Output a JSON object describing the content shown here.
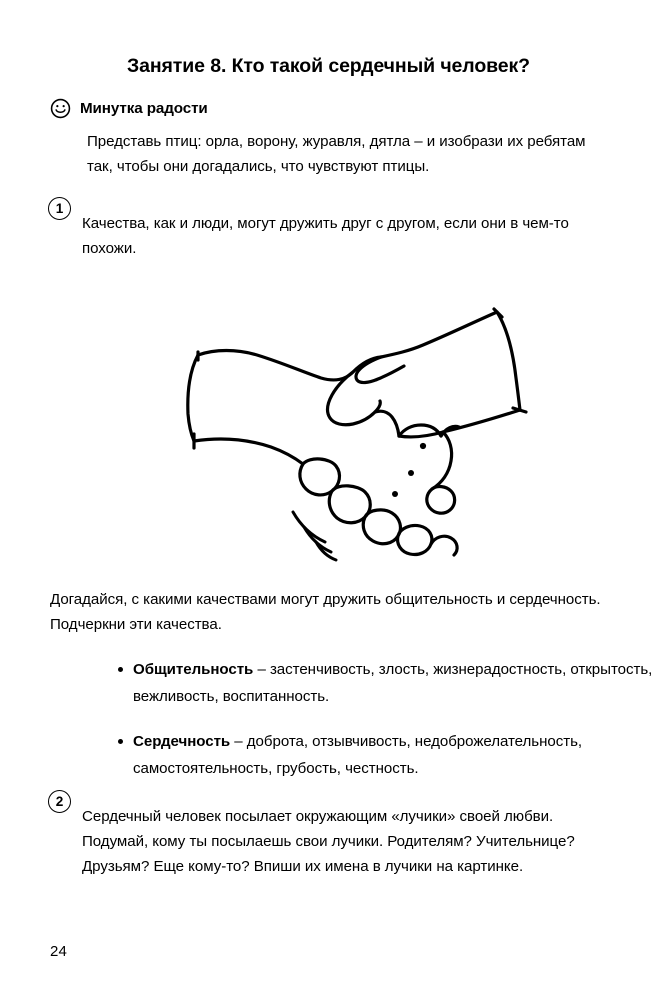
{
  "page": {
    "title": "Занятие 8. Кто такой сердечный человек?",
    "page_number": "24",
    "ink_color": "#000000",
    "background_color": "#ffffff"
  },
  "joy_minute": {
    "icon": "smiley-face-icon",
    "heading": "Минутка радости",
    "body": "Представь птиц: орла, ворону, журавля, дятла – и изобрази их ребятам так, чтобы они догадались, что чувствуют птицы."
  },
  "tasks": [
    {
      "number": "1",
      "text": "Качества, как и люди, могут дружить друг с другом, если они в чем-то похожи."
    },
    {
      "number": "2",
      "text": "Сердечный человек посылает окружающим «лучики» своей любви. Подумай, кому ты посылаешь свои лучики. Родителям? Учительнице? Друзьям? Еще кому-то? Впиши их имена в лучики на картинке."
    }
  ],
  "illustration": {
    "name": "handshake-drawing",
    "description": "Чёрно-белый рисунок рукопожатия двух рук с линиями движения"
  },
  "mid_prompt": "Догадайся, с какими качествами могут дружить общительность и сердечность. Подчеркни эти качества.",
  "qualities": [
    {
      "bullet": "•",
      "lead": "Общительность",
      "dash": " – ",
      "rest": "застенчивость, злость, жизнерадостность, открытость, вежливость, воспитанность."
    },
    {
      "bullet": "•",
      "lead": "Сердечность",
      "dash": " – ",
      "rest": "доброта, отзывчивость, недоброжелательность, самостоятельность, грубость, честность."
    }
  ]
}
